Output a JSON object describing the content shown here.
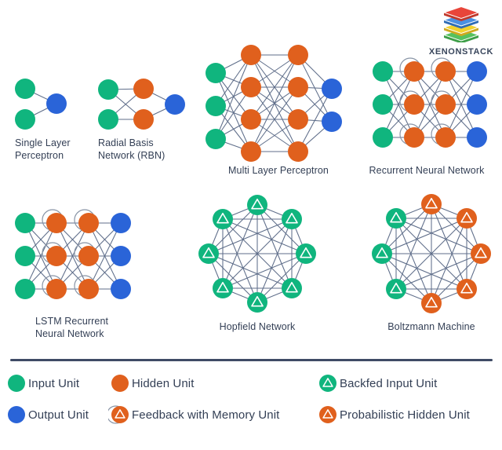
{
  "brand": {
    "name": "XENONSTACK",
    "logo_icon": "layer-stack-icon",
    "logo_layers": [
      {
        "top": "#e8453a",
        "side": "#c0392b"
      },
      {
        "top": "#4a90e2",
        "side": "#2e6cb5"
      },
      {
        "top": "#f2d22e",
        "side": "#cfa91f"
      },
      {
        "top": "#56c15e",
        "side": "#3d9e47"
      }
    ]
  },
  "colors": {
    "input_unit": "#10b57e",
    "hidden_unit": "#e0601d",
    "output_unit": "#2a64d8",
    "edge": "#5f6e8a",
    "ring": "#8894a6",
    "triangle": "#ffffff",
    "divider": "#3f4b66",
    "text": "#333f55"
  },
  "networks": [
    {
      "id": "single-layer-perceptron",
      "label": "Single Layer\nPerceptron",
      "topology": "custom",
      "nodes": [
        [
          32,
          113,
          "in"
        ],
        [
          32,
          152,
          "in"
        ],
        [
          72,
          132,
          "out"
        ]
      ],
      "edges": [
        [
          0,
          2
        ],
        [
          1,
          2
        ]
      ]
    },
    {
      "id": "radial-basis-network",
      "label": "Radial Basis\nNetwork (RBN)",
      "topology": "layered",
      "nodes": [
        [
          138,
          114,
          "in"
        ],
        [
          138,
          152,
          "in"
        ],
        [
          183,
          113,
          "hid"
        ],
        [
          183,
          152,
          "hid"
        ],
        [
          223,
          133,
          "out"
        ]
      ],
      "layers": [
        [
          0,
          1
        ],
        [
          2,
          3
        ],
        [
          4
        ]
      ]
    },
    {
      "id": "multi-layer-perceptron",
      "label": "Multi Layer Perceptron",
      "topology": "layered",
      "nodes": [
        [
          275,
          93,
          "in"
        ],
        [
          275,
          135,
          "in"
        ],
        [
          275,
          177,
          "in"
        ],
        [
          320,
          70,
          "hid"
        ],
        [
          320,
          111,
          "hid"
        ],
        [
          320,
          152,
          "hid"
        ],
        [
          320,
          193,
          "hid"
        ],
        [
          380,
          70,
          "hid"
        ],
        [
          380,
          111,
          "hid"
        ],
        [
          380,
          152,
          "hid"
        ],
        [
          380,
          193,
          "hid"
        ],
        [
          423,
          113,
          "out"
        ],
        [
          423,
          155,
          "out"
        ]
      ],
      "layers": [
        [
          0,
          1,
          2
        ],
        [
          3,
          4,
          5,
          6
        ],
        [
          7,
          8,
          9,
          10
        ],
        [
          11,
          12
        ]
      ]
    },
    {
      "id": "recurrent-neural-network",
      "label": "Recurrent Neural Network",
      "topology": "layered",
      "nodes": [
        [
          488,
          91,
          "in"
        ],
        [
          488,
          133,
          "in"
        ],
        [
          488,
          175,
          "in"
        ],
        [
          528,
          91,
          "mem"
        ],
        [
          528,
          133,
          "mem"
        ],
        [
          528,
          175,
          "mem"
        ],
        [
          568,
          91,
          "mem"
        ],
        [
          568,
          133,
          "mem"
        ],
        [
          568,
          175,
          "mem"
        ],
        [
          608,
          91,
          "out"
        ],
        [
          608,
          133,
          "out"
        ],
        [
          608,
          175,
          "out"
        ]
      ],
      "layers": [
        [
          0,
          1,
          2
        ],
        [
          3,
          4,
          5
        ],
        [
          6,
          7,
          8
        ],
        [
          9,
          10,
          11
        ]
      ]
    },
    {
      "id": "lstm-recurrent-neural-network",
      "label": "LSTM Recurrent\nNeural Network",
      "topology": "layered",
      "nodes": [
        [
          32,
          284,
          "in"
        ],
        [
          32,
          326,
          "in"
        ],
        [
          32,
          368,
          "in"
        ],
        [
          72,
          284,
          "mem"
        ],
        [
          72,
          326,
          "mem"
        ],
        [
          72,
          368,
          "mem"
        ],
        [
          113,
          284,
          "mem"
        ],
        [
          113,
          326,
          "mem"
        ],
        [
          113,
          368,
          "mem"
        ],
        [
          154,
          284,
          "out"
        ],
        [
          154,
          326,
          "out"
        ],
        [
          154,
          368,
          "out"
        ]
      ],
      "layers": [
        [
          0,
          1,
          2
        ],
        [
          3,
          4,
          5
        ],
        [
          6,
          7,
          8
        ],
        [
          9,
          10,
          11
        ]
      ]
    },
    {
      "id": "hopfield-network",
      "label": "Hopfield Network",
      "topology": "complete",
      "nodes": [
        [
          328,
          261,
          "bfd"
        ],
        [
          372,
          279,
          "bfd"
        ],
        [
          390,
          323,
          "bfd"
        ],
        [
          372,
          367,
          "bfd"
        ],
        [
          328,
          385,
          "bfd"
        ],
        [
          284,
          367,
          "bfd"
        ],
        [
          266,
          323,
          "bfd"
        ],
        [
          284,
          279,
          "bfd"
        ]
      ]
    },
    {
      "id": "boltzmann-machine",
      "label": "Boltzmann Machine",
      "topology": "complete",
      "nodes": [
        [
          550,
          260,
          "prb"
        ],
        [
          595,
          278,
          "prb"
        ],
        [
          613,
          323,
          "prb"
        ],
        [
          595,
          368,
          "prb"
        ],
        [
          550,
          386,
          "prb"
        ],
        [
          505,
          368,
          "bfd"
        ],
        [
          487,
          323,
          "bfd"
        ],
        [
          505,
          278,
          "bfd"
        ]
      ]
    }
  ],
  "legend": {
    "items": [
      {
        "label": "Input Unit",
        "icon": "input-unit-icon",
        "type": "in"
      },
      {
        "label": "Hidden Unit",
        "icon": "hidden-unit-icon",
        "type": "hid"
      },
      {
        "label": "Backfed Input Unit",
        "icon": "backfed-input-unit-icon",
        "type": "bfd"
      },
      {
        "label": "Output Unit",
        "icon": "output-unit-icon",
        "type": "out"
      },
      {
        "label": "Feedback with Memory Unit",
        "icon": "feedback-memory-unit-icon",
        "type": "mem"
      },
      {
        "label": "Probabilistic Hidden Unit",
        "icon": "probabilistic-hidden-unit-icon",
        "type": "prb"
      }
    ]
  }
}
